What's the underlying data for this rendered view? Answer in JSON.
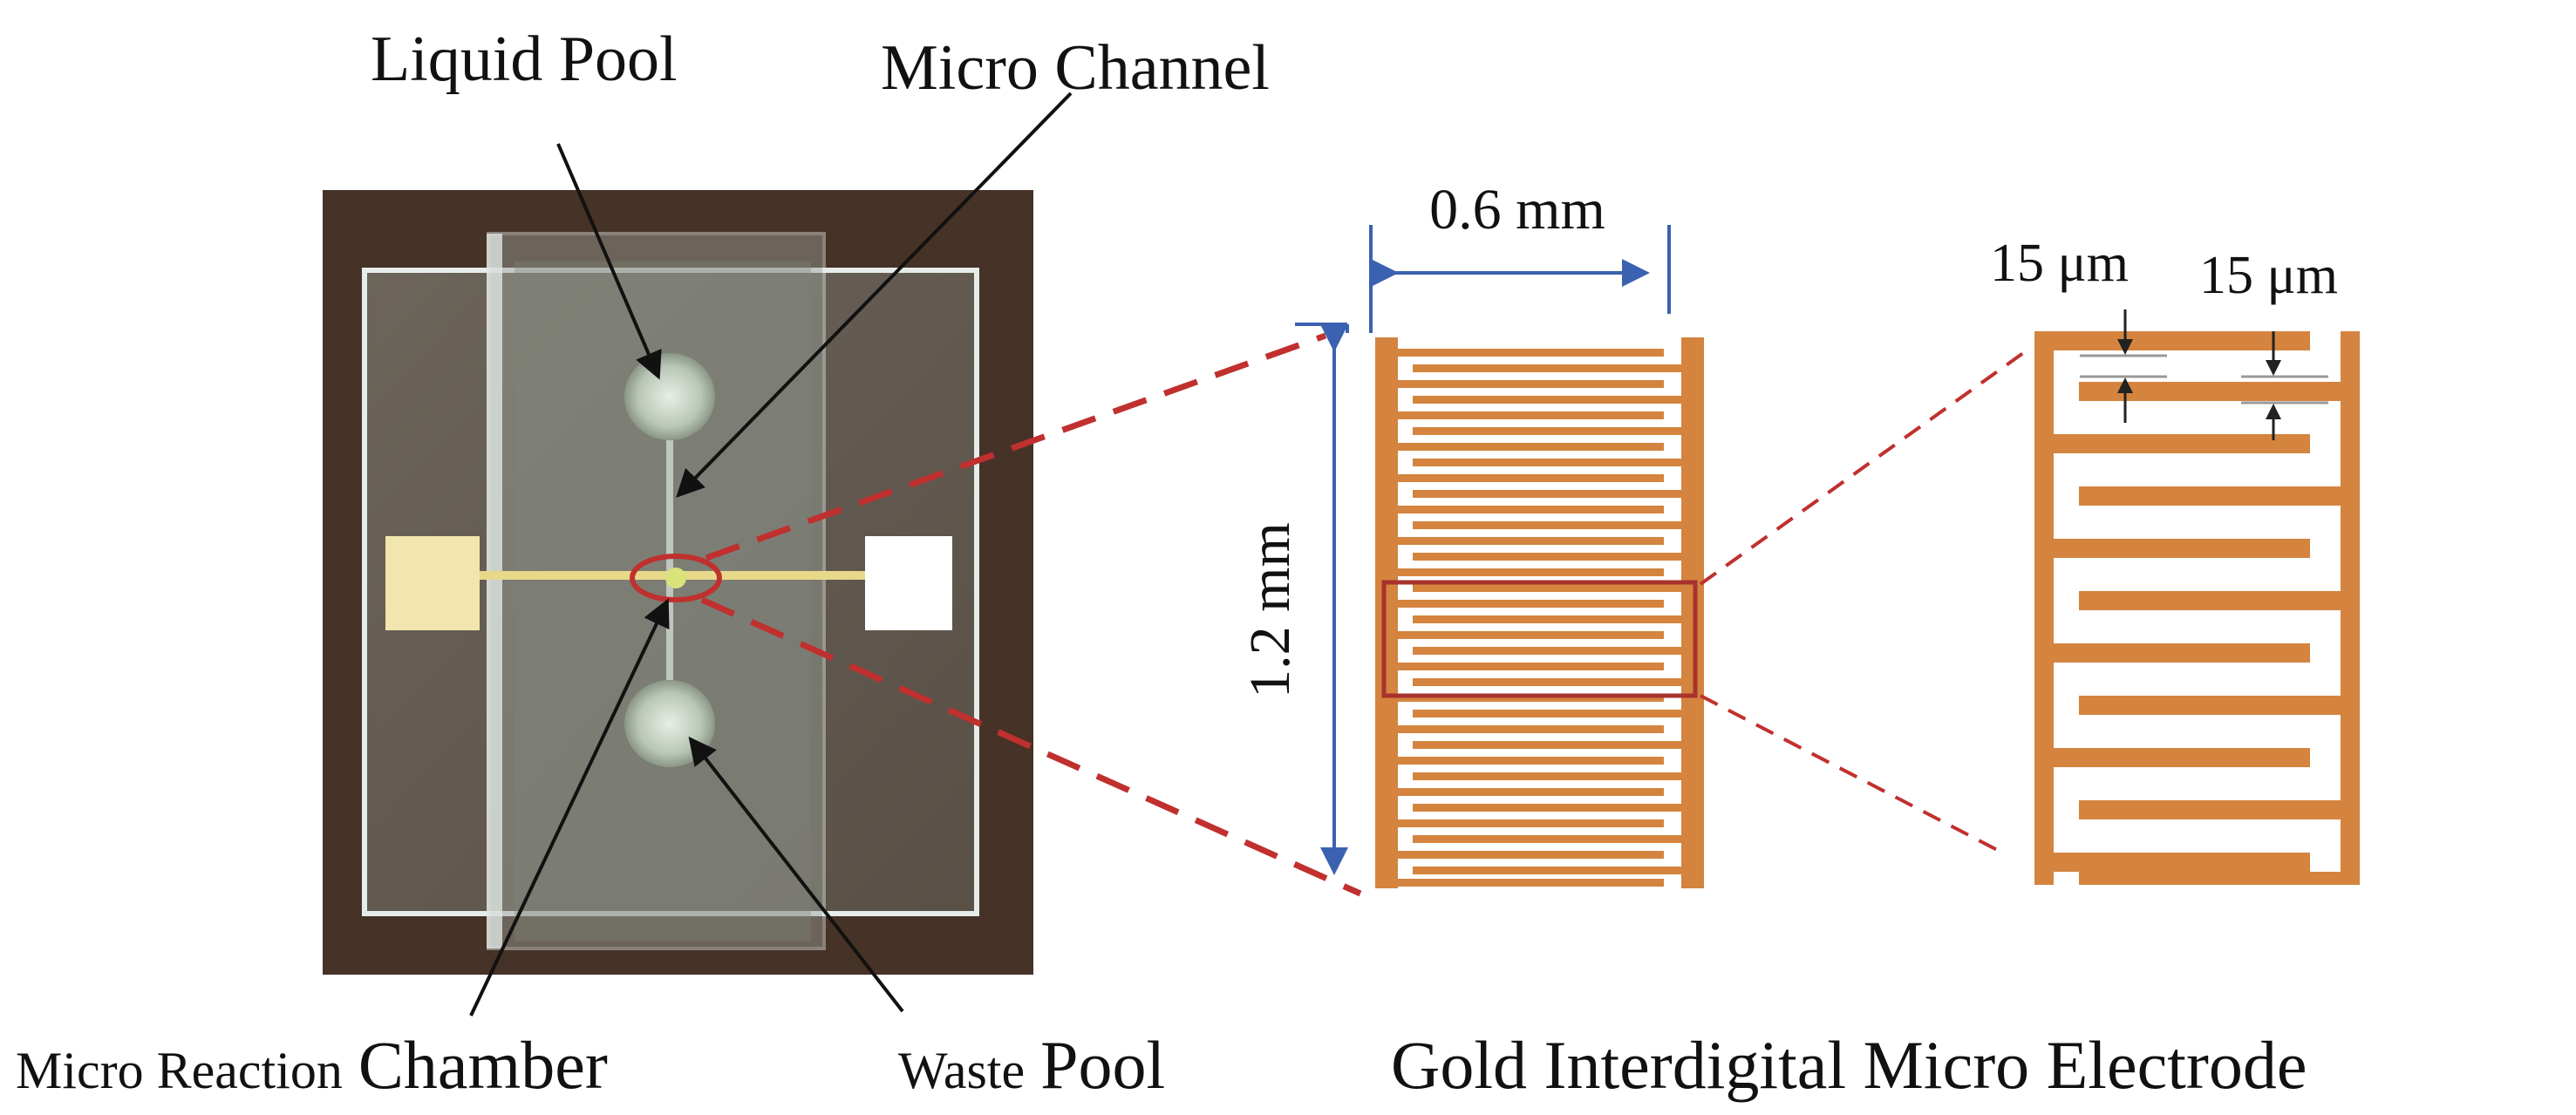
{
  "labels": {
    "liquid_pool": "Liquid Pool",
    "micro_channel": "Micro Channel",
    "micro_reaction_chamber_part1": "Micro Reaction",
    "micro_reaction_chamber_part2": "Chamber",
    "waste_pool_part1": "Waste",
    "waste_pool_part2": "Pool",
    "width_dim": "0.6 mm",
    "height_dim": "1.2 mm",
    "gap_dim_1": "15 μm",
    "gap_dim_2": "15 μm",
    "caption": "Gold Interdigital Micro Electrode"
  },
  "colors": {
    "electrode": "#D4843F",
    "dimension_arrow": "#3A62B0",
    "zoom_line": "#C0302E",
    "chip_background": "#4A3528",
    "electrode_pad_left": "#F2E6AE",
    "electrode_pad_right": "#FFFFFF"
  },
  "icons": {
    "annotation_arrow": "black-arrowhead",
    "dimension_arrow": "blue-double-arrow"
  }
}
